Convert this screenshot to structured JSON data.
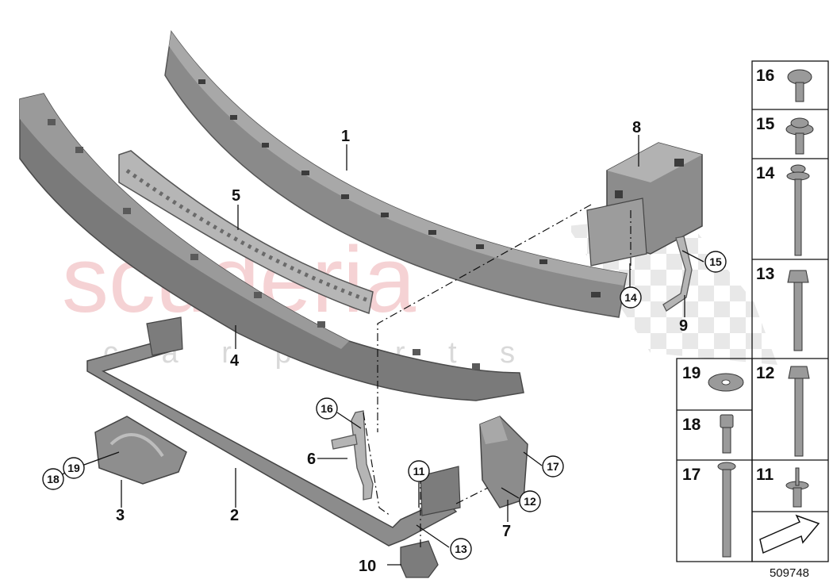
{
  "watermark": {
    "brand": "scuderia",
    "tagline": "c a r p a r t s",
    "color": "#f2c4c6"
  },
  "diagram_code": "509748",
  "callouts": {
    "c1": "1",
    "c2": "2",
    "c3": "3",
    "c4": "4",
    "c5": "5",
    "c6": "6",
    "c7": "7",
    "c8": "8",
    "c9": "9",
    "c10": "10",
    "c11": "11",
    "c12": "12",
    "c13": "13",
    "c14": "14",
    "c15": "15",
    "c16": "16",
    "c17": "17",
    "c18": "18",
    "c19": "19"
  },
  "parts_table": {
    "r16": "16",
    "r15": "15",
    "r14": "14",
    "r13": "13",
    "r19": "19",
    "r12": "12",
    "r18": "18",
    "r17": "17",
    "r11": "11"
  },
  "colors": {
    "part_fill": "#8a8a8a",
    "part_dark": "#5e5e5e",
    "part_light": "#b0b0b0",
    "line": "#111111"
  }
}
